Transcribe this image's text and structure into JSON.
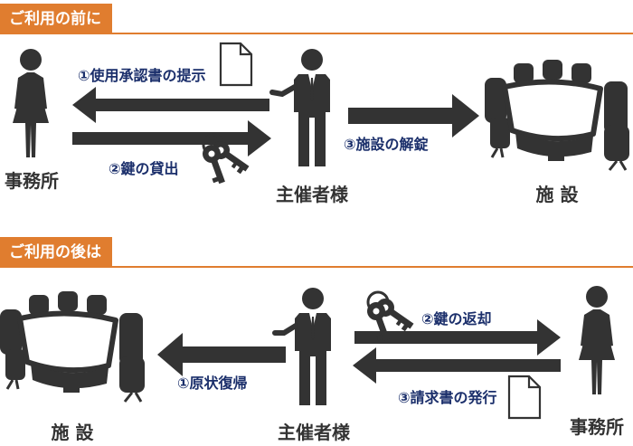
{
  "colors": {
    "accent": "#e07d2f",
    "label": "#1b2f6b",
    "icon": "#333333"
  },
  "before": {
    "header": "ご利用の前に",
    "steps": {
      "present": "①使用承認書の提示",
      "lend": "②鍵の貸出",
      "unlock": "③施設の解錠"
    },
    "captions": {
      "office": "事務所",
      "host": "主催者様",
      "facility": "施 設"
    }
  },
  "after": {
    "header": "ご利用の後は",
    "steps": {
      "restore": "①原状復帰",
      "return": "②鍵の返却",
      "issue": "③請求書の発行"
    },
    "captions": {
      "facility": "施 設",
      "host": "主催者様",
      "office": "事務所"
    }
  },
  "icons": [
    "woman-icon",
    "businessman-icon",
    "document-icon",
    "keys-icon",
    "conference-table-icon"
  ]
}
